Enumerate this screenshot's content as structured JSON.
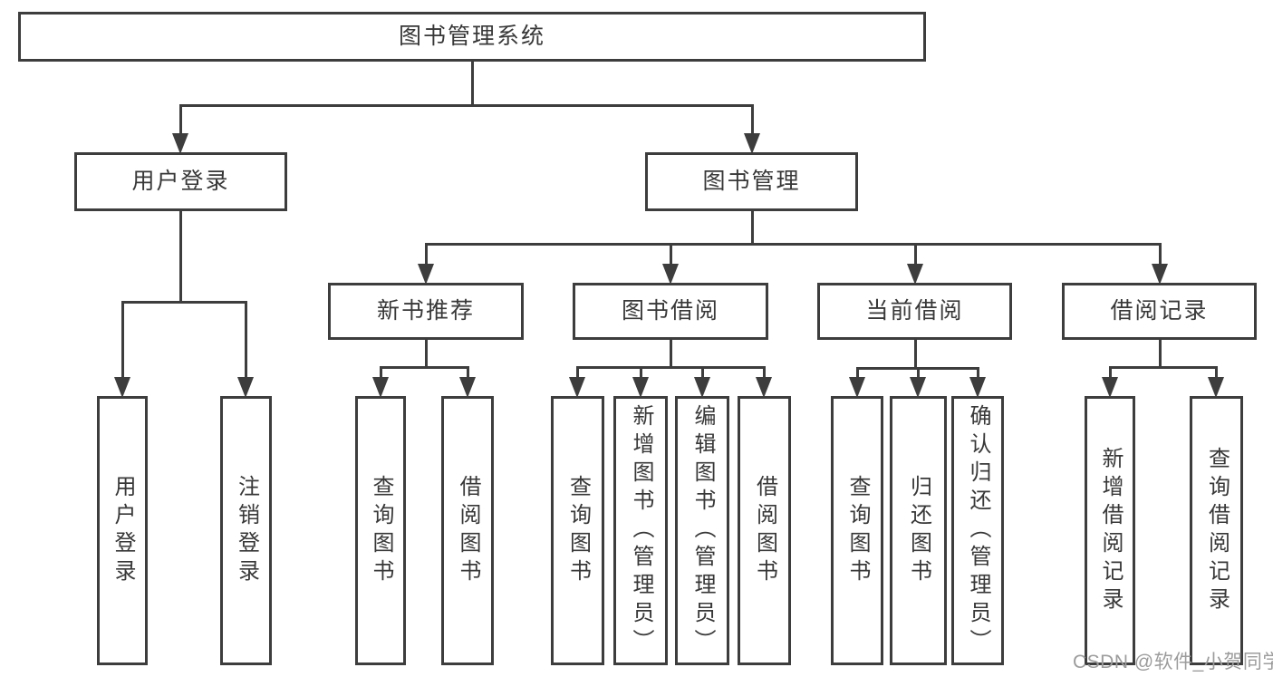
{
  "diagram": {
    "title": "图书管理系统",
    "type": "org-tree",
    "colors": {
      "background": "#ffffff",
      "line": "#3d3d3d",
      "text": "#383838",
      "watermark": "#9c9c9c"
    },
    "nodes": [
      {
        "id": "root",
        "label": "图书管理系统",
        "parent": null
      },
      {
        "id": "user-login",
        "label": "用户登录",
        "parent": "root"
      },
      {
        "id": "book-management",
        "label": "图书管理",
        "parent": "root"
      },
      {
        "id": "new-book-recommend",
        "label": "新书推荐",
        "parent": "book-management"
      },
      {
        "id": "book-borrowing",
        "label": "图书借阅",
        "parent": "book-management"
      },
      {
        "id": "current-borrowing",
        "label": "当前借阅",
        "parent": "book-management"
      },
      {
        "id": "borrowing-records",
        "label": "借阅记录",
        "parent": "book-management"
      },
      {
        "id": "user-login-leaf",
        "label": "用户登录",
        "parent": "user-login"
      },
      {
        "id": "logout-leaf",
        "label": "注销登录",
        "parent": "user-login"
      },
      {
        "id": "nbr-query-books",
        "label": "查询图书",
        "parent": "new-book-recommend"
      },
      {
        "id": "nbr-borrow-books",
        "label": "借阅图书",
        "parent": "new-book-recommend"
      },
      {
        "id": "bb-query-books",
        "label": "查询图书",
        "parent": "book-borrowing"
      },
      {
        "id": "bb-add-books",
        "label": "新增图书（管理员）",
        "parent": "book-borrowing"
      },
      {
        "id": "bb-edit-books",
        "label": "编辑图书（管理员）",
        "parent": "book-borrowing"
      },
      {
        "id": "bb-borrow-books",
        "label": "借阅图书",
        "parent": "book-borrowing"
      },
      {
        "id": "cb-query-books",
        "label": "查询图书",
        "parent": "current-borrowing"
      },
      {
        "id": "cb-return-books",
        "label": "归还图书",
        "parent": "current-borrowing"
      },
      {
        "id": "cb-confirm-return",
        "label": "确认归还（管理员）",
        "parent": "current-borrowing"
      },
      {
        "id": "br-add-record",
        "label": "新增借阅记录",
        "parent": "borrowing-records"
      },
      {
        "id": "br-query-record",
        "label": "查询借阅记录",
        "parent": "borrowing-records"
      }
    ],
    "watermark": "CSDN @软件_小贺同学"
  }
}
